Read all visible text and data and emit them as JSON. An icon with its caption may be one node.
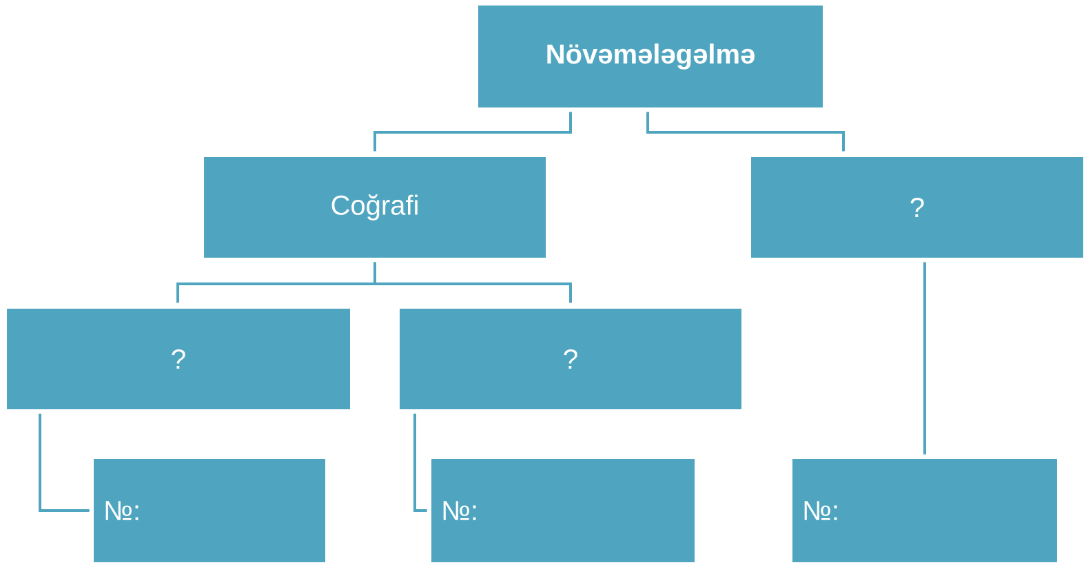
{
  "diagram": {
    "nodes": [
      {
        "text": [
          "Növəmələgəlmə"
        ]
      },
      {
        "text": [
          "Coğrafi"
        ]
      },
      {
        "text": [
          "?"
        ]
      },
      {
        "text": [
          "?"
        ]
      },
      {
        "text": [
          "?"
        ]
      },
      {
        "text": [
          "№:"
        ]
      },
      {
        "text": [
          "№:"
        ]
      },
      {
        "text": [
          "№:"
        ]
      }
    ],
    "edges": [
      {
        "from": 0,
        "to": 1,
        "arrow": "none"
      },
      {
        "from": 0,
        "to": 2,
        "arrow": "none"
      },
      {
        "from": 1,
        "to": 3,
        "arrow": "none"
      },
      {
        "from": 1,
        "to": 4,
        "arrow": "none"
      },
      {
        "from": 3,
        "to": 5,
        "arrow": "none"
      },
      {
        "from": 4,
        "to": 6,
        "arrow": "none"
      },
      {
        "from": 2,
        "to": 7,
        "arrow": "none"
      }
    ]
  }
}
